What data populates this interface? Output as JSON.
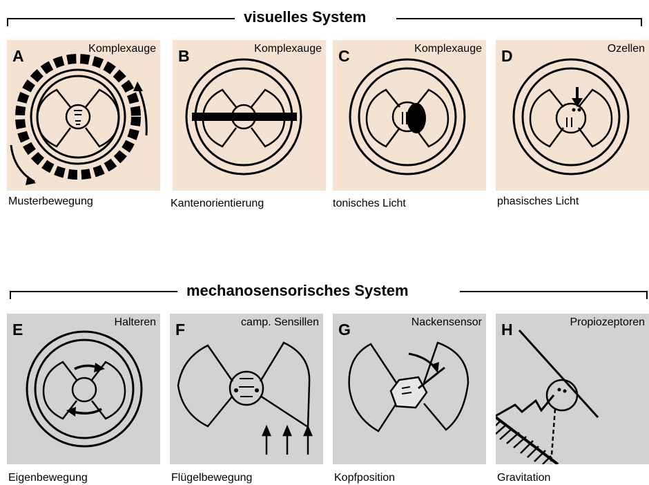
{
  "visual_system": {
    "title": "visuelles System",
    "panels": [
      {
        "letter": "A",
        "sensor": "Komplexauge",
        "caption": "Musterbewegung"
      },
      {
        "letter": "B",
        "sensor": "Komplexauge",
        "caption": "Kantenorientierung"
      },
      {
        "letter": "C",
        "sensor": "Komplexauge",
        "caption": "tonisches Licht"
      },
      {
        "letter": "D",
        "sensor": "Ozellen",
        "caption": "phasisches Licht"
      }
    ]
  },
  "mechanosensory_system": {
    "title": "mechanosensorisches System",
    "panels": [
      {
        "letter": "E",
        "sensor": "Halteren",
        "caption": "Eigenbewegung"
      },
      {
        "letter": "F",
        "sensor": "camp. Sensillen",
        "caption": "Flügelbewegung"
      },
      {
        "letter": "G",
        "sensor": "Nackensensor",
        "caption": "Kopfposition"
      },
      {
        "letter": "H",
        "sensor": "Propiozeptoren",
        "caption": "Gravitation"
      }
    ]
  },
  "colors": {
    "visual_panel_bg": "#f4e3d2",
    "mech_panel_bg": "#d2d2d2",
    "ink": "#000000"
  }
}
